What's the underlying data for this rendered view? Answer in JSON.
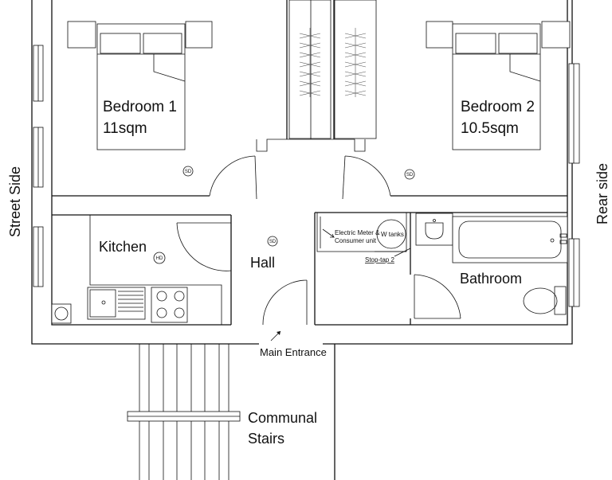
{
  "rooms": {
    "bedroom1": {
      "name": "Bedroom 1",
      "area": "11sqm"
    },
    "bedroom2": {
      "name": "Bedroom 2",
      "area": "10.5sqm"
    },
    "kitchen": {
      "name": "Kitchen"
    },
    "hall": {
      "name": "Hall"
    },
    "bathroom": {
      "name": "Bathroom"
    }
  },
  "side_labels": {
    "street": "Street Side",
    "rear": "Rear side"
  },
  "annotations": {
    "electric_line1": "Electric Meter &",
    "electric_line2": "Consumer unit",
    "water_tanks": "W tanks",
    "stop_tap": "Stop-tap 2",
    "main_entrance": "Main Entrance"
  },
  "stairs": {
    "line1": "Communal",
    "line2": "Stairs"
  },
  "symbols": {
    "smoke_detector": "SD",
    "heat_detector": "HD"
  }
}
